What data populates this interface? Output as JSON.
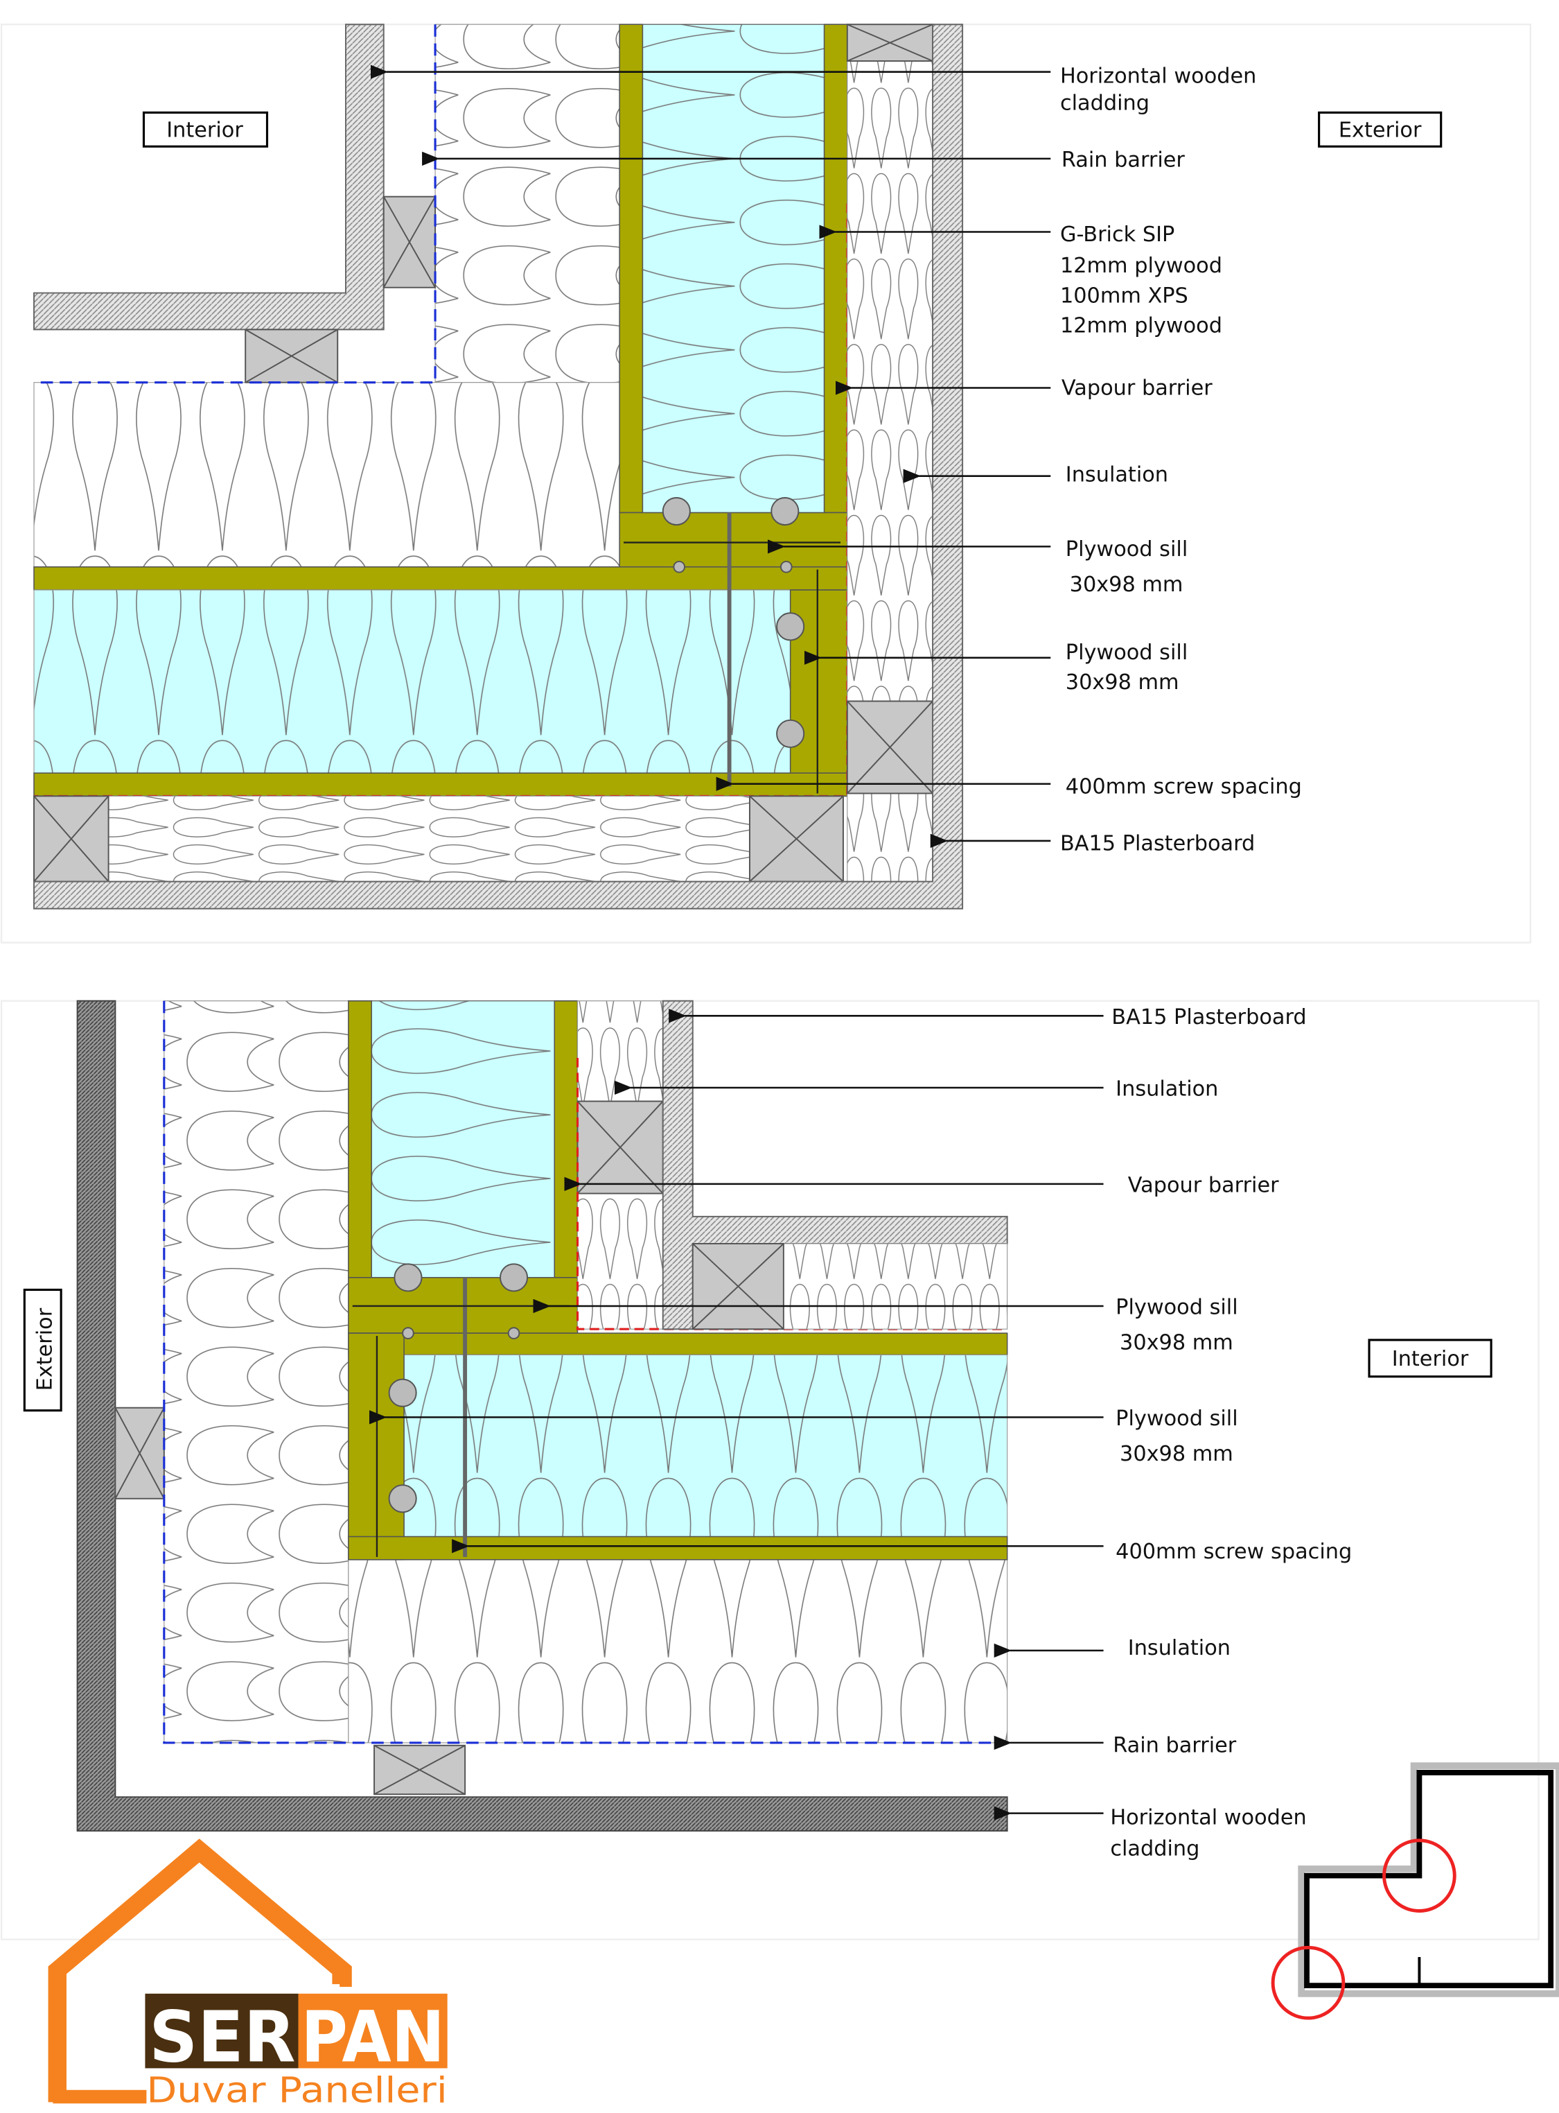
{
  "top_detail": {
    "region_labels": {
      "interior": "Interior",
      "exterior": "Exterior"
    },
    "callouts": {
      "cladding": [
        "Horizontal wooden",
        "cladding"
      ],
      "rain_barrier": "Rain barrier",
      "sip": [
        "G-Brick SIP",
        "12mm plywood",
        "100mm XPS",
        "12mm plywood"
      ],
      "vapour_barrier": "Vapour barrier",
      "insulation": "Insulation",
      "plywood_sill_1": [
        "Plywood sill",
        "30x98 mm"
      ],
      "plywood_sill_2": [
        "Plywood sill",
        "30x98 mm"
      ],
      "screw_spacing": "400mm screw spacing",
      "plasterboard": "BA15 Plasterboard"
    }
  },
  "bottom_detail": {
    "region_labels": {
      "interior": "Interior",
      "exterior": "Exterior"
    },
    "callouts": {
      "plasterboard": "BA15 Plasterboard",
      "insulation_1": "Insulation",
      "vapour_barrier": "Vapour barrier",
      "plywood_sill_1": [
        "Plywood sill",
        "30x98 mm"
      ],
      "plywood_sill_2": [
        "Plywood sill",
        "30x98 mm"
      ],
      "screw_spacing": "400mm screw spacing",
      "insulation_2": "Insulation",
      "rain_barrier": "Rain barrier",
      "cladding": [
        "Horizontal wooden",
        "cladding"
      ]
    }
  },
  "logo": {
    "brand_part1": "SER",
    "brand_part2": "PAN",
    "tagline": "Duvar Panelleri"
  },
  "colors": {
    "orange": "#f5821f",
    "brown": "#4a2f10",
    "olive": "#a8a800",
    "xps": "#ccffff",
    "highlight": "#ee2222"
  }
}
